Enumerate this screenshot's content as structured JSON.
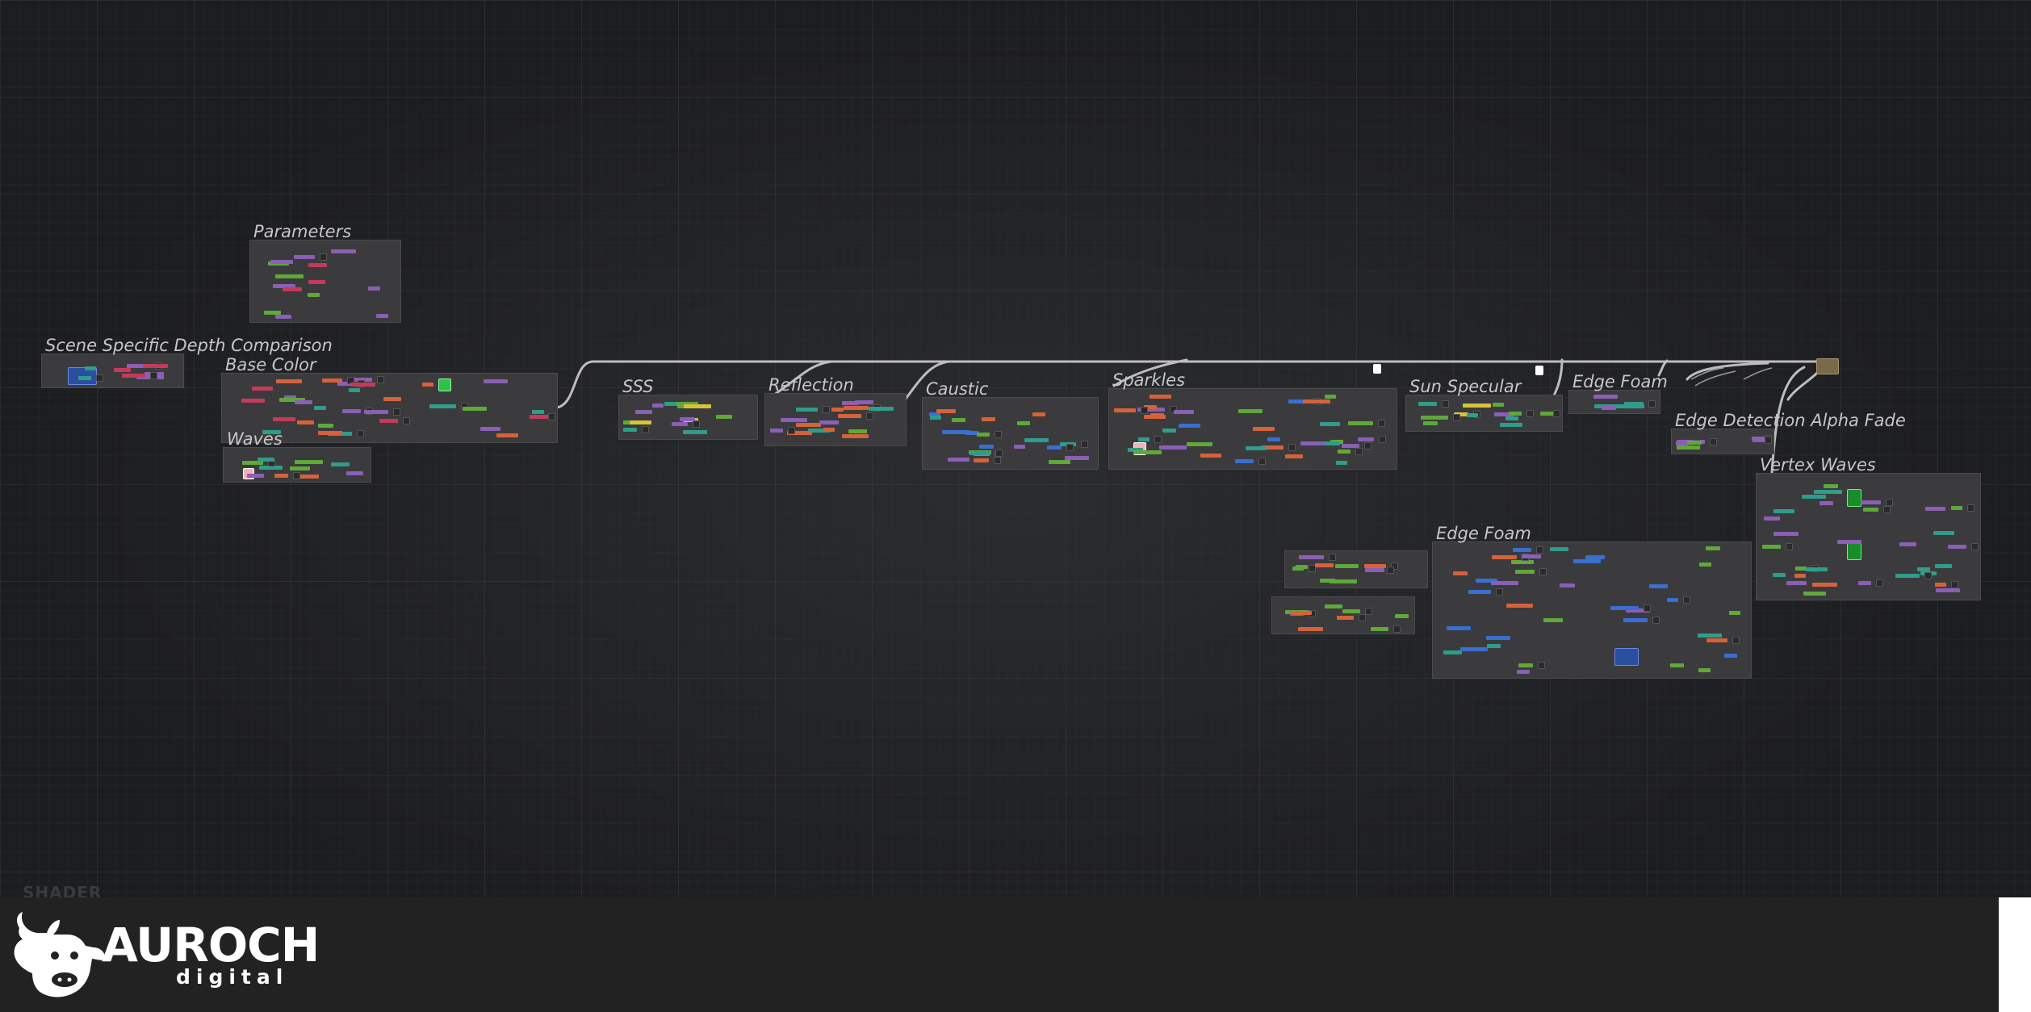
{
  "graph": {
    "watermark": "SHADER",
    "groups": [
      {
        "id": "parameters",
        "title": "Parameters"
      },
      {
        "id": "scene-depth",
        "title": "Scene Specific Depth Comparison"
      },
      {
        "id": "base-color",
        "title": "Base Color"
      },
      {
        "id": "waves",
        "title": "Waves"
      },
      {
        "id": "sss",
        "title": "SSS"
      },
      {
        "id": "reflection",
        "title": "Reflection"
      },
      {
        "id": "caustic",
        "title": "Caustic"
      },
      {
        "id": "sparkles",
        "title": "Sparkles"
      },
      {
        "id": "sun-specular",
        "title": "Sun Specular"
      },
      {
        "id": "edge-foam-small",
        "title": "Edge Foam"
      },
      {
        "id": "edge-detection",
        "title": "Edge Detection Alpha Fade"
      },
      {
        "id": "vertex-waves",
        "title": "Vertex Waves"
      },
      {
        "id": "edge-foam",
        "title": "Edge Foam"
      }
    ],
    "node_colors": {
      "float": "#8a5fb5",
      "vector2": "#5fa83a",
      "vector3": "#2f9c8c",
      "vector4": "#d6623a",
      "color": "#c43a5a",
      "texture": "#3a6fd0",
      "boolean": "#d6c33a"
    },
    "wire_color": "#bdbdbd"
  },
  "footer": {
    "brand": "AUROCH",
    "subtitle": "digital"
  }
}
